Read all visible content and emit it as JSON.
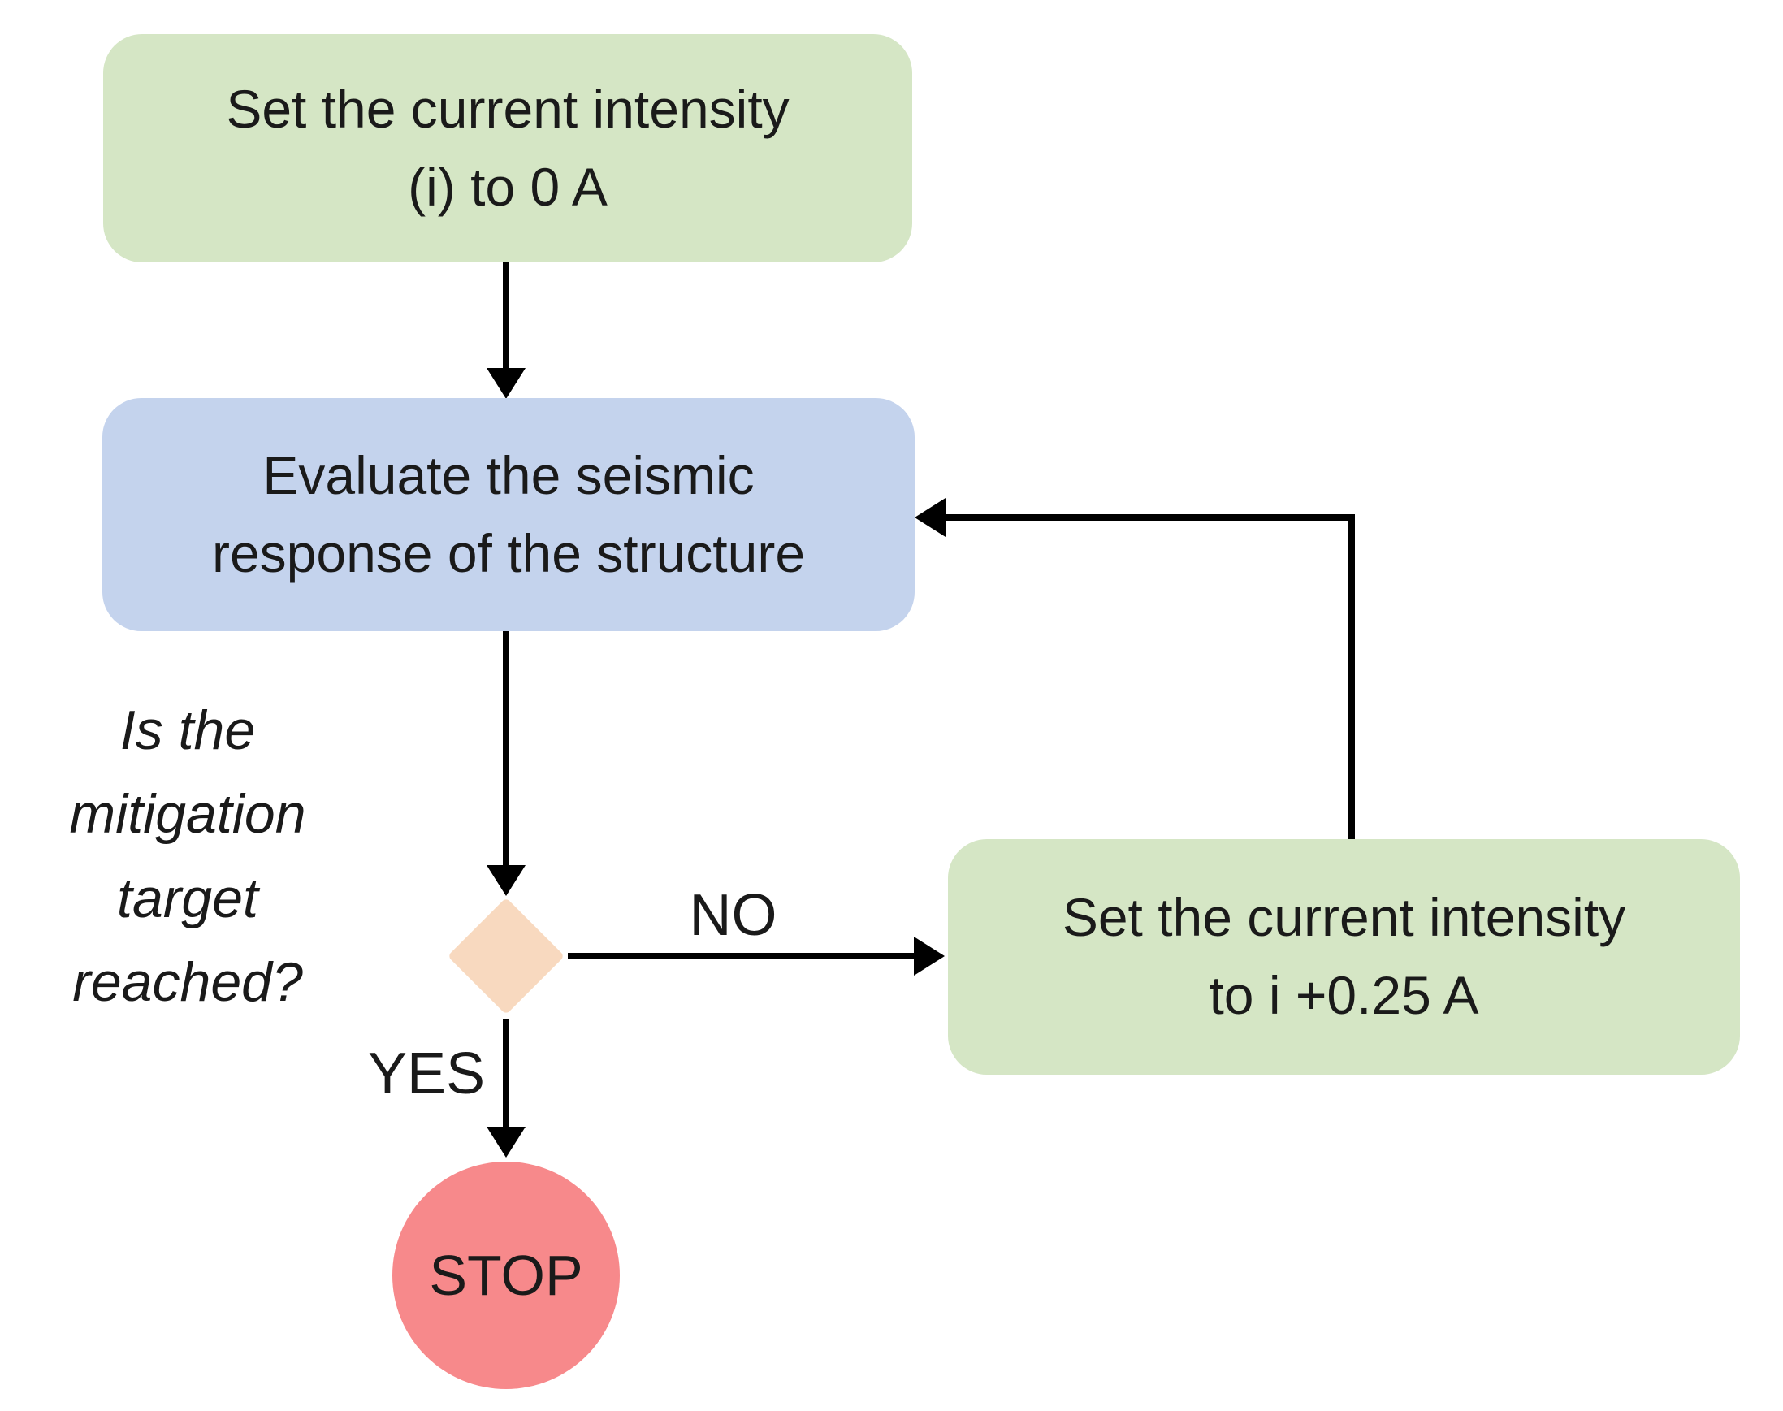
{
  "figure": {
    "type": "flowchart",
    "background": "#ffffff"
  },
  "colors": {
    "green": "#d5e6c5",
    "blue": "#c4d3ed",
    "peach": "#f8d9bf",
    "red": "#f7898b",
    "ink": "#1a1a1a",
    "line": "#000000"
  },
  "nodes": {
    "start": {
      "shape": "rounded-rectangle",
      "fill": "#d5e6c5",
      "line1": "Set the current intensity",
      "line2": "(i) to 0 A"
    },
    "evaluate": {
      "shape": "rounded-rectangle",
      "fill": "#c4d3ed",
      "line1": "Evaluate the seismic",
      "line2": "response of the structure"
    },
    "decision": {
      "shape": "diamond",
      "fill": "#f8d9bf",
      "question_line1": "Is the mitigation",
      "question_line2": "target reached?"
    },
    "increment": {
      "shape": "rounded-rectangle",
      "fill": "#d5e6c5",
      "line1": "Set the current intensity",
      "line2": "to i +0.25 A"
    },
    "stop": {
      "shape": "circle",
      "fill": "#f7898b",
      "label": "STOP"
    }
  },
  "edge_labels": {
    "no": "NO",
    "yes": "YES"
  }
}
